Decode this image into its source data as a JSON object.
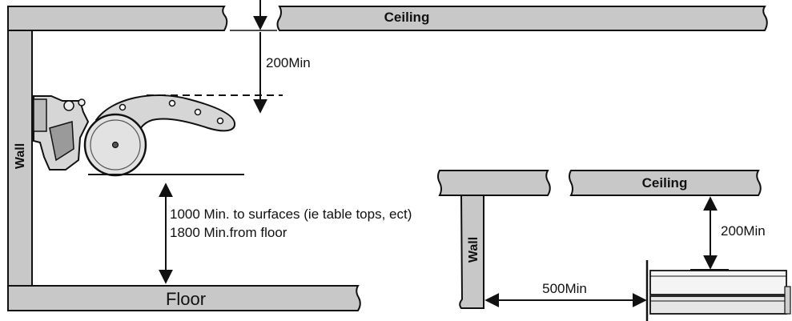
{
  "diagram": {
    "left": {
      "ceiling_label": "Ceiling",
      "wall_label": "Wall",
      "floor_label": "Floor",
      "ceiling_clearance_label": "200Min",
      "surface_clearance_label": "1000 Min. to surfaces (ie table tops, ect)",
      "floor_clearance_label": "1800 Min.from floor"
    },
    "right": {
      "ceiling_label": "Ceiling",
      "wall_label": "Wall",
      "ceiling_clearance_label": "200Min",
      "wall_clearance_label": "500Min"
    }
  },
  "colors": {
    "surface_fill": "#c8c8c8",
    "line": "#111111",
    "device_fill": "#d6d6d6"
  }
}
